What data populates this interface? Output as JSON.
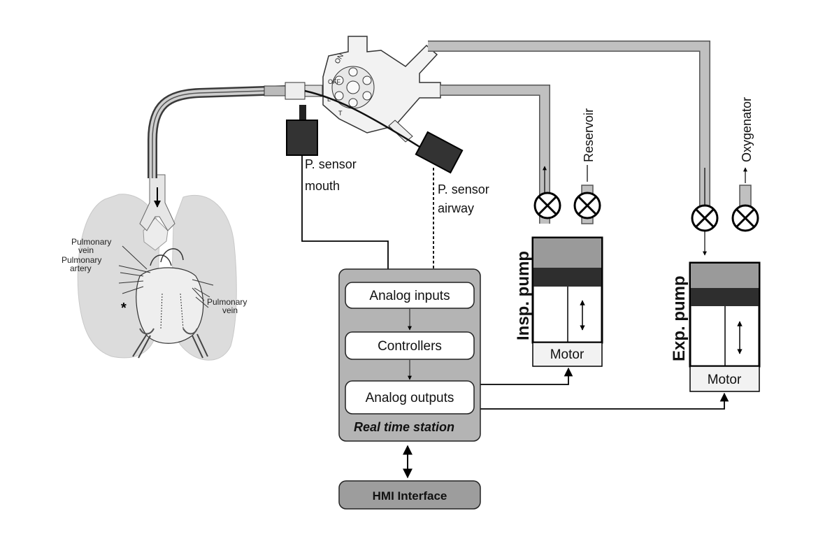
{
  "labels": {
    "pulmonary_vein_left": [
      "Pulmonary",
      "vein"
    ],
    "pulmonary_artery": [
      "Pulmonary",
      "artery"
    ],
    "pulmonary_vein_right": [
      "Pulmonary",
      "vein"
    ],
    "asterisk": "*",
    "p_sensor_mouth": [
      "P. sensor",
      "mouth"
    ],
    "p_sensor_airway": [
      "P. sensor",
      "airway"
    ],
    "reservoir": "Reservoir",
    "oxygenator": "Oxygenator",
    "insp_pump": "Insp. pump",
    "exp_pump": "Exp. pump",
    "motor_insp": "Motor",
    "motor_exp": "Motor",
    "valve_markings": [
      "ON",
      "OFF",
      "L",
      "T"
    ]
  },
  "station": {
    "title": "Real time station",
    "analog_inputs": "Analog inputs",
    "controllers": "Controllers",
    "analog_outputs": "Analog outputs"
  },
  "hmi": {
    "label": "HMI Interface"
  },
  "colors": {
    "station_fill": "#b4b4b4",
    "pump_head_fill": "#9a9a9a",
    "piston_fill": "#2e2e2e",
    "sensor_fill": "#333333",
    "tube_fill": "#c0c0c0",
    "lung_fill": "#dcdcdc"
  }
}
